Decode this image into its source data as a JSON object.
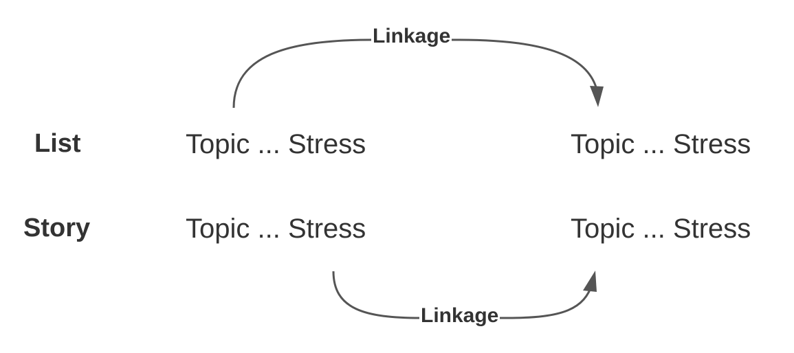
{
  "rows": [
    {
      "label": "List",
      "left": "Topic ... Stress",
      "right": "Topic ... Stress"
    },
    {
      "label": "Story",
      "left": "Topic ... Stress",
      "right": "Topic ... Stress"
    }
  ],
  "links": {
    "top": "Linkage",
    "bottom": "Linkage"
  },
  "colors": {
    "text": "#333333",
    "arrow": "#555555",
    "background": "#ffffff"
  }
}
